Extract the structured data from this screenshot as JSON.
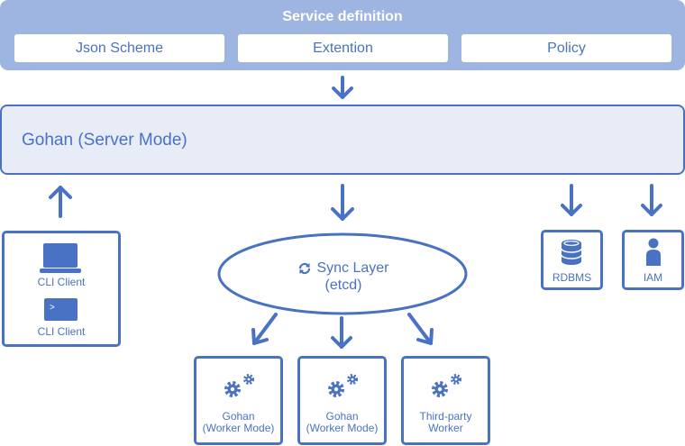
{
  "service_definition": {
    "title": "Service definition",
    "items": [
      "Json Scheme",
      "Extention",
      "Policy"
    ]
  },
  "server": {
    "label": "Gohan (Server Mode)"
  },
  "clients": [
    {
      "label": "CLI Client",
      "icon": "laptop-icon"
    },
    {
      "label": "CLI Client",
      "icon": "terminal-icon",
      "glyph": ">"
    }
  ],
  "sync_layer": {
    "line1": "Sync Layer",
    "line2": "(etcd)",
    "icon": "sync-icon"
  },
  "resources": [
    {
      "label": "RDBMS",
      "icon": "database-icon"
    },
    {
      "label": "IAM",
      "icon": "person-icon"
    }
  ],
  "workers": [
    {
      "line1": "Gohan",
      "line2": "(Worker Mode)",
      "icon": "gears-icon"
    },
    {
      "line1": "Gohan",
      "line2": "(Worker Mode)",
      "icon": "gears-icon"
    },
    {
      "line1": "Third-party",
      "line2": "Worker",
      "icon": "gears-icon"
    }
  ],
  "colors": {
    "accent": "#4a72c4",
    "band": "#9db5e0",
    "server_fill": "#e8ecf7"
  }
}
